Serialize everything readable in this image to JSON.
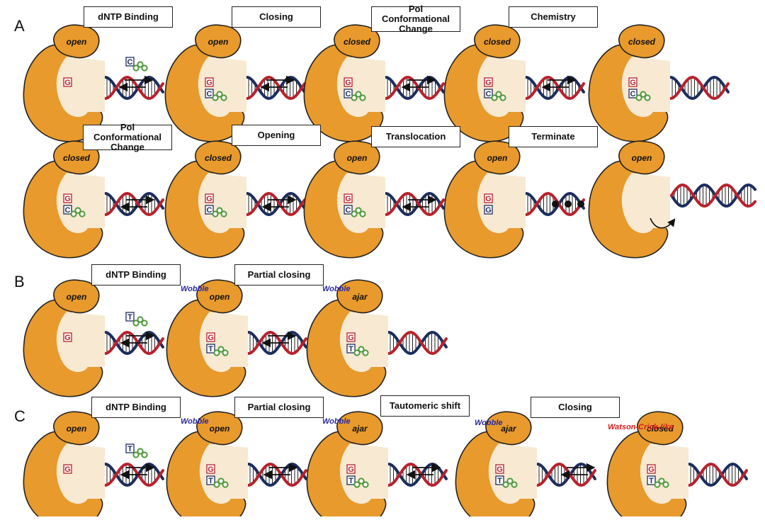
{
  "panels": {
    "A": {
      "letter": "A",
      "row1_labels": [
        "dNTP Binding",
        "Closing",
        "Pol Conformational Change",
        "Chemistry"
      ],
      "row2_labels": [
        "Pol Conformational Change",
        "Opening",
        "Translocation",
        "Terminate"
      ],
      "row1_states": [
        "open",
        "open",
        "closed",
        "closed",
        "closed"
      ],
      "row2_states": [
        "closed",
        "closed",
        "open",
        "open",
        "open"
      ]
    },
    "B": {
      "letter": "B",
      "labels": [
        "dNTP Binding",
        "Partial closing"
      ],
      "states": [
        "open",
        "open",
        "ajar"
      ],
      "annotations": [
        "Wobble",
        "Wobble"
      ]
    },
    "C": {
      "letter": "C",
      "labels": [
        "dNTP Binding",
        "Partial closing",
        "Tautomeric shift",
        "Closing"
      ],
      "states": [
        "open",
        "open",
        "ajar",
        "ajar",
        "closed"
      ],
      "annotations": [
        "Wobble",
        "Wobble",
        "Wobble",
        "Watson-Crick-like"
      ]
    }
  },
  "bases": {
    "template": "G",
    "incoming_A": "C",
    "incoming_B": "T",
    "incoming_C": "T"
  },
  "colors": {
    "protein": "#e89a2c",
    "pocket": "#f8e9d2",
    "strand_red": "#b8212c",
    "strand_blue": "#1c2d5e",
    "dntp_green": "#4f9a3a",
    "wobble_text": "#2a2aa0",
    "watson_crick_text": "#d21f1f"
  }
}
